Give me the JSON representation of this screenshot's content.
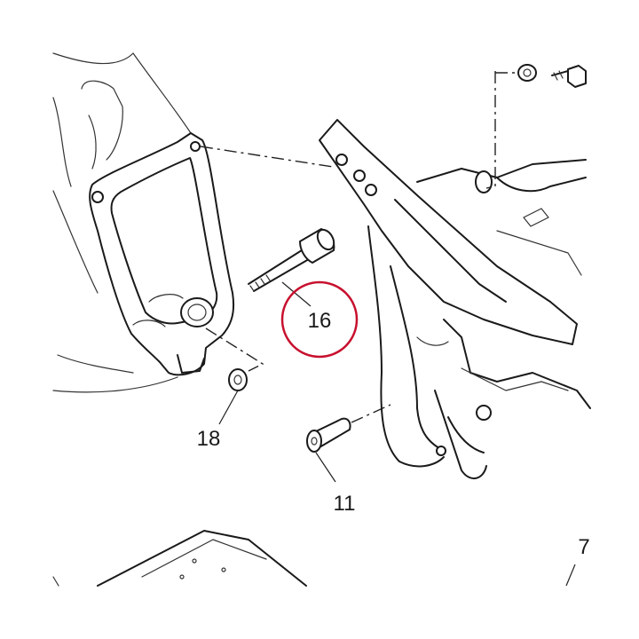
{
  "callouts": {
    "c16": "16",
    "c18": "18",
    "c11": "11",
    "c7": "7"
  },
  "colors": {
    "line": "#1a1a1a",
    "highlight": "#c8102e",
    "background": "#ffffff"
  },
  "highlighted_callout": "16"
}
